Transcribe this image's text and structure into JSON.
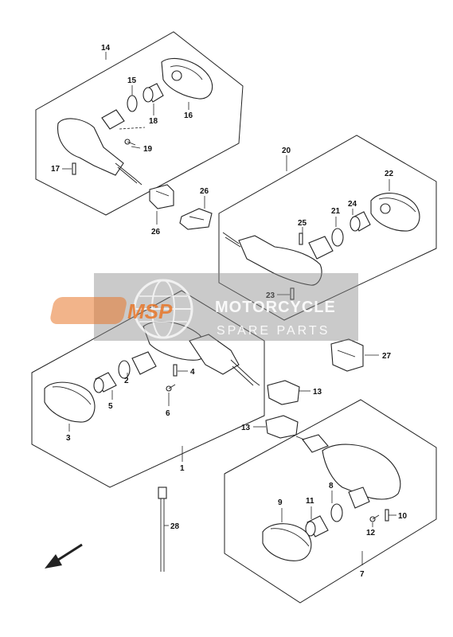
{
  "callouts": {
    "c1": "1",
    "c2": "2",
    "c3": "3",
    "c4": "4",
    "c5": "5",
    "c6": "6",
    "c7": "7",
    "c8": "8",
    "c9": "9",
    "c10": "10",
    "c11": "11",
    "c12": "12",
    "c13a": "13",
    "c13b": "13",
    "c14": "14",
    "c15": "15",
    "c16": "16",
    "c17": "17",
    "c18": "18",
    "c19": "19",
    "c20": "20",
    "c21": "21",
    "c22": "22",
    "c23": "23",
    "c24": "24",
    "c25": "25",
    "c26a": "26",
    "c26b": "26",
    "c27": "27",
    "c28": "28"
  },
  "watermark": {
    "logo": "MSP",
    "line1": "MOTORCYCLE",
    "line2": "SPARE PARTS"
  }
}
